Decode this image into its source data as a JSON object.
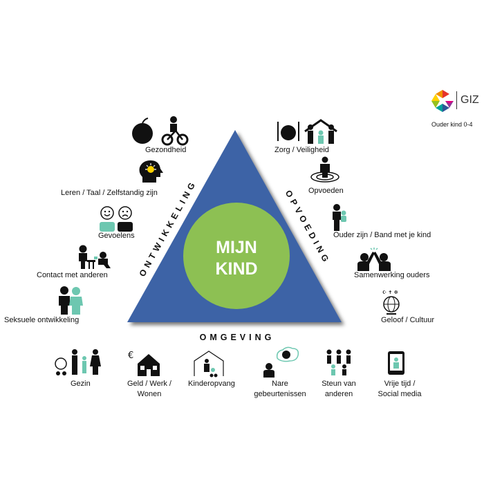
{
  "center": {
    "line1": "MIJN",
    "line2": "KIND"
  },
  "sides": {
    "left": "ONTWIKKELING",
    "right": "OPVOEDING",
    "bottom": "OMGEVING"
  },
  "logo": {
    "text": "GIZ",
    "subtitle": "Ouder kind 0-4"
  },
  "left_items": [
    "Gezondheid",
    "Leren / Taal / Zelfstandig zijn",
    "Gevoelens",
    "Contact met anderen",
    "Seksuele ontwikkeling"
  ],
  "right_items": [
    "Zorg / Veiligheid",
    "Opvoeden",
    "Ouder zijn / Band met je kind",
    "Samenwerking ouders",
    "Geloof / Cultuur"
  ],
  "bottom_items": [
    [
      "Gezin",
      ""
    ],
    [
      "Geld / Werk /",
      "Wonen"
    ],
    [
      "Kinderopvang",
      ""
    ],
    [
      "Nare",
      "gebeurtenissen"
    ],
    [
      "Steun van",
      "anderen"
    ],
    [
      "Vrije tijd /",
      "Social media"
    ]
  ],
  "colors": {
    "triangle": "#3e63a6",
    "circle": "#8dc053",
    "accent": "#6dc7b0",
    "ink": "#111111"
  }
}
